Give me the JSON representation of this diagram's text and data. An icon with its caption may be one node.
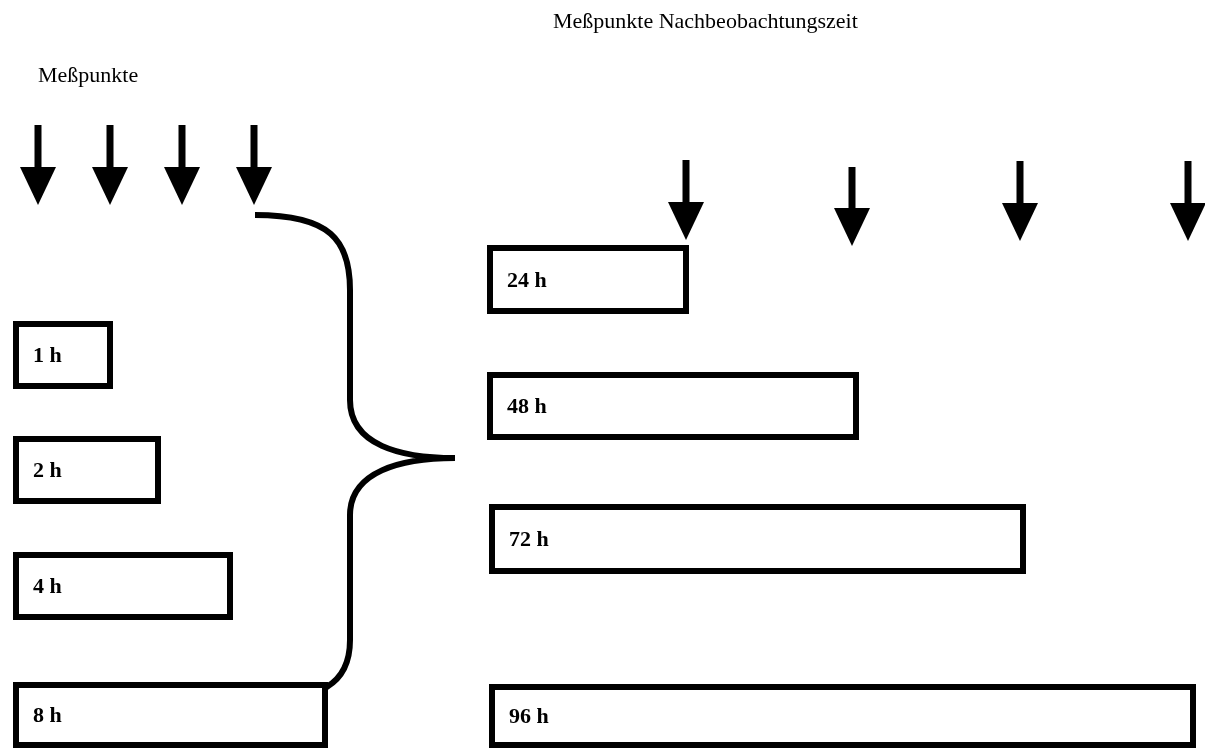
{
  "diagram": {
    "nodes": [
      {
        "text": [
          "1 h"
        ]
      },
      {
        "text": [
          "2 h"
        ]
      },
      {
        "text": [
          "4 h"
        ]
      },
      {
        "text": [
          "8 h"
        ]
      },
      {
        "text": [
          "24 h"
        ]
      },
      {
        "text": [
          "48 h"
        ]
      },
      {
        "text": [
          "72 h"
        ]
      },
      {
        "text": [
          "96 h"
        ]
      }
    ],
    "labels": [
      "Meßpunkte",
      "Meßpunkte Nachbeobachtungszeit"
    ]
  }
}
